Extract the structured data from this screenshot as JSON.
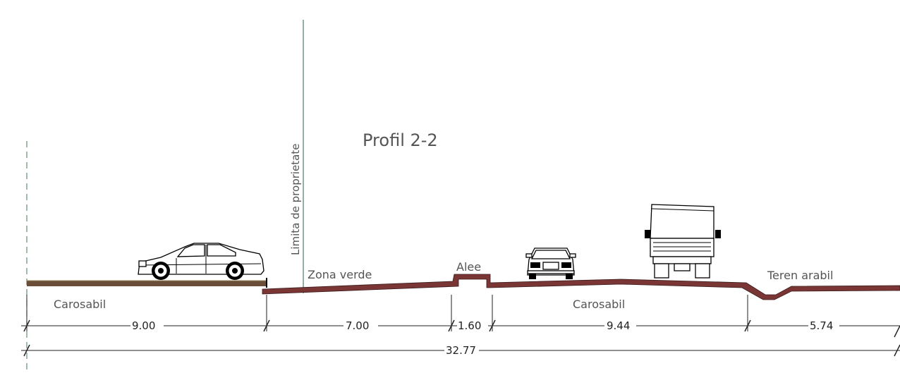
{
  "drawing": {
    "title": "Profil 2-2",
    "property_line_label": "Limita de proprietate"
  },
  "zones": {
    "carosabil_left": "Carosabil",
    "zona_verde": "Zona verde",
    "alee": "Alee",
    "carosabil_right": "Carosabil",
    "teren_arabil": "Teren arabil"
  },
  "dimensions": {
    "d1": "9.00",
    "d2": "7.00",
    "d3": "1.60",
    "d4": "9.44",
    "d5": "5.74",
    "total": "32.77"
  },
  "colors": {
    "road_left": "#6b4e3a",
    "road_right": "#7a3535",
    "property_line": "#4f7a64",
    "axis_dash": "#5f8f72",
    "dimension_line": "#222222"
  }
}
